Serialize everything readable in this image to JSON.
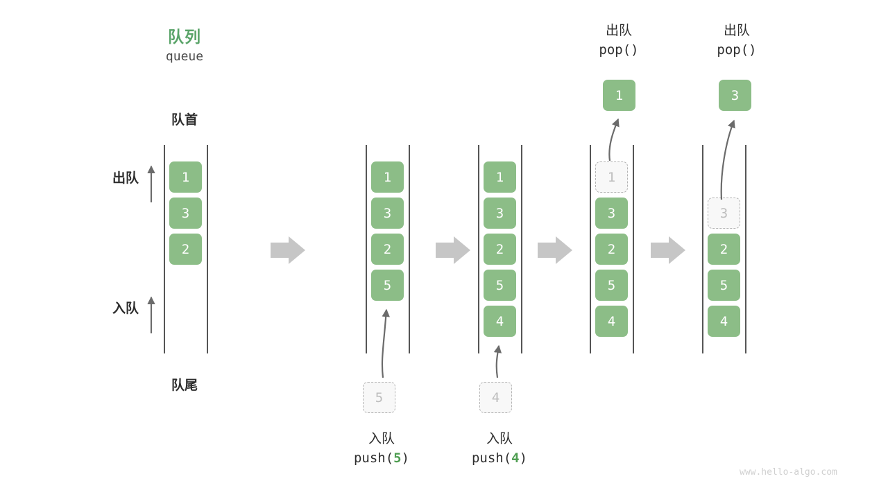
{
  "diagram": {
    "title_cn": "队列",
    "title_en": "queue",
    "front_label": "队首",
    "back_label": "队尾",
    "pop_side_label": "出队",
    "push_side_label": "入队",
    "accent_color": "#5aa469",
    "cell_color": "#8cbd87",
    "ghost_color": "#f8f8f8",
    "arrow_color": "#c6c6c6",
    "watermark": "www.hello-algo.com"
  },
  "stages": [
    {
      "name": "initial-queue",
      "cells": [
        {
          "value": "1",
          "state": "filled"
        },
        {
          "value": "3",
          "state": "filled"
        },
        {
          "value": "2",
          "state": "filled"
        }
      ]
    },
    {
      "name": "after-push-5",
      "cells": [
        {
          "value": "1",
          "state": "filled"
        },
        {
          "value": "3",
          "state": "filled"
        },
        {
          "value": "2",
          "state": "filled"
        },
        {
          "value": "5",
          "state": "filled"
        }
      ],
      "incoming": {
        "value": "5",
        "state": "ghost"
      },
      "caption_cn": "入队",
      "caption_code_prefix": "push(",
      "caption_code_value": "5",
      "caption_code_suffix": ")"
    },
    {
      "name": "after-push-4",
      "cells": [
        {
          "value": "1",
          "state": "filled"
        },
        {
          "value": "3",
          "state": "filled"
        },
        {
          "value": "2",
          "state": "filled"
        },
        {
          "value": "5",
          "state": "filled"
        },
        {
          "value": "4",
          "state": "filled"
        }
      ],
      "incoming": {
        "value": "4",
        "state": "ghost"
      },
      "caption_cn": "入队",
      "caption_code_prefix": "push(",
      "caption_code_value": "4",
      "caption_code_suffix": ")"
    },
    {
      "name": "after-pop-1",
      "cells": [
        {
          "value": "1",
          "state": "ghost"
        },
        {
          "value": "3",
          "state": "filled"
        },
        {
          "value": "2",
          "state": "filled"
        },
        {
          "value": "5",
          "state": "filled"
        },
        {
          "value": "4",
          "state": "filled"
        }
      ],
      "popped": {
        "value": "1",
        "state": "filled"
      },
      "caption_cn": "出队",
      "caption_code": "pop()"
    },
    {
      "name": "after-pop-3",
      "cells": [
        {
          "value": "",
          "state": "empty"
        },
        {
          "value": "3",
          "state": "ghost"
        },
        {
          "value": "2",
          "state": "filled"
        },
        {
          "value": "5",
          "state": "filled"
        },
        {
          "value": "4",
          "state": "filled"
        }
      ],
      "popped": {
        "value": "3",
        "state": "filled"
      },
      "caption_cn": "出队",
      "caption_code": "pop()"
    }
  ]
}
